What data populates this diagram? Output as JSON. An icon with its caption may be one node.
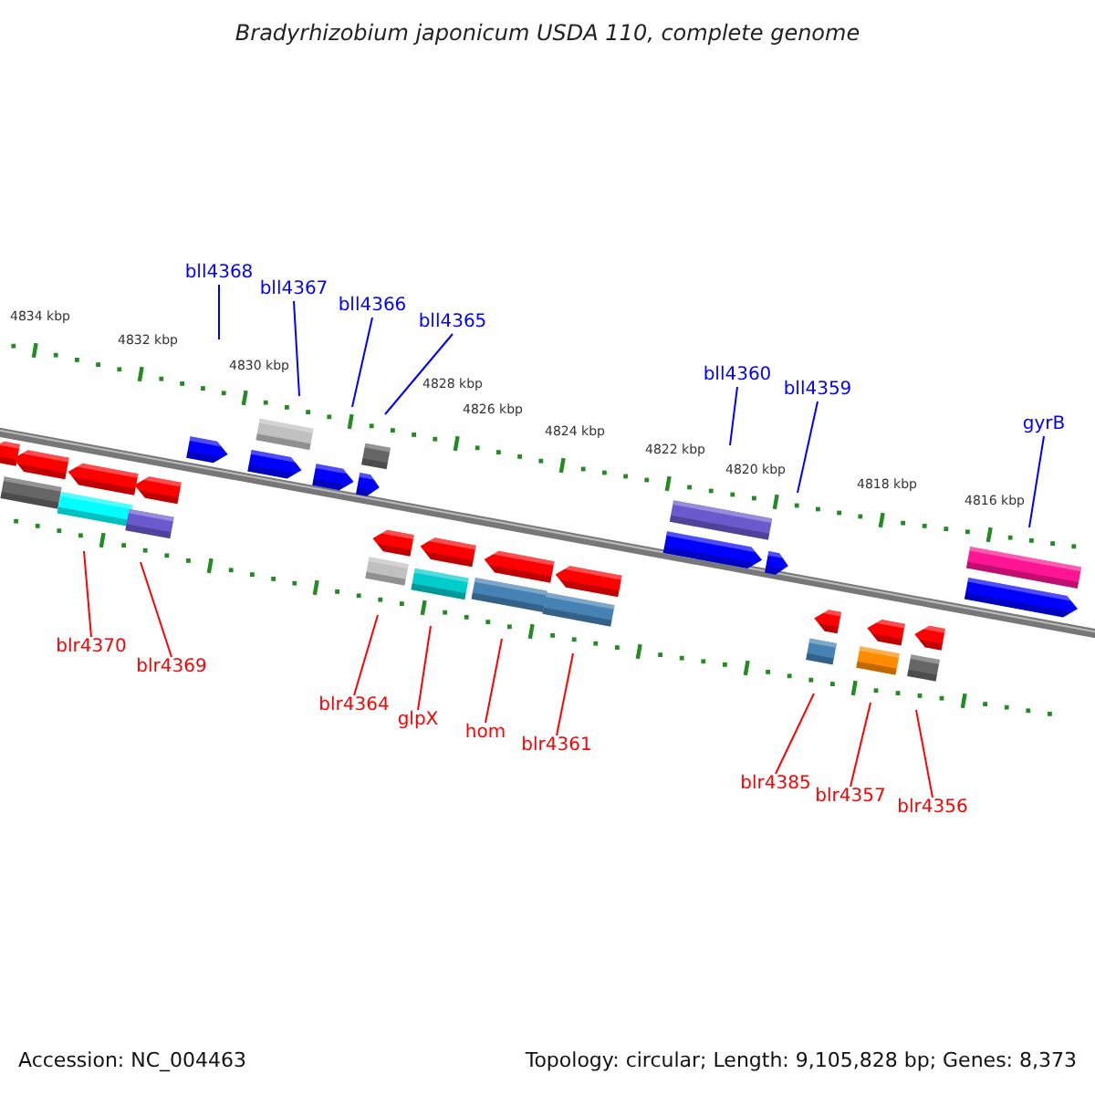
{
  "diagram": {
    "title": "Bradyrhizobium japonicum USDA 110, complete genome",
    "nodes": [
      {
        "text": [
          "bll4368"
        ]
      },
      {
        "text": [
          "bll4367"
        ]
      },
      {
        "text": [
          "bll4366"
        ]
      },
      {
        "text": [
          "bll4365"
        ]
      },
      {
        "text": [
          "bll4360"
        ]
      },
      {
        "text": [
          "bll4359"
        ]
      },
      {
        "text": [
          "gyrB"
        ]
      },
      {
        "text": [
          "blr4370"
        ]
      },
      {
        "text": [
          "blr4369"
        ]
      },
      {
        "text": [
          "blr4364"
        ]
      },
      {
        "text": [
          "glpX"
        ]
      },
      {
        "text": [
          "hom"
        ]
      },
      {
        "text": [
          "blr4361"
        ]
      },
      {
        "text": [
          "blr4385"
        ]
      },
      {
        "text": [
          "blr4357"
        ]
      },
      {
        "text": [
          "blr4356"
        ]
      }
    ],
    "edges": [
      {
        "from": 0,
        "to": null,
        "arrow": "none",
        "color": "#0000ff"
      },
      {
        "from": 1,
        "to": null,
        "arrow": "none",
        "color": "#0000ff"
      },
      {
        "from": 2,
        "to": null,
        "arrow": "none",
        "color": "#0000ff"
      },
      {
        "from": 3,
        "to": null,
        "arrow": "none",
        "color": "#0000ff"
      },
      {
        "from": 4,
        "to": null,
        "arrow": "none",
        "color": "#0000ff"
      },
      {
        "from": 5,
        "to": null,
        "arrow": "none",
        "color": "#0000ff"
      },
      {
        "from": 6,
        "to": null,
        "arrow": "none",
        "color": "#0000ff"
      },
      {
        "from": 7,
        "to": null,
        "arrow": "none"
      },
      {
        "from": 8,
        "to": null,
        "arrow": "none"
      },
      {
        "from": 9,
        "to": null,
        "arrow": "none"
      },
      {
        "from": 10,
        "to": null,
        "arrow": "none"
      },
      {
        "from": 11,
        "to": null,
        "arrow": "none"
      },
      {
        "from": 12,
        "to": null,
        "arrow": "none"
      },
      {
        "from": 13,
        "to": null,
        "arrow": "none"
      },
      {
        "from": 14,
        "to": null,
        "arrow": "none"
      },
      {
        "from": 15,
        "to": null,
        "arrow": "none"
      }
    ],
    "labels": [
      "4834 kbp",
      "4832 kbp",
      "4830 kbp",
      "4828 kbp",
      "4826 kbp",
      "4824 kbp",
      "4822 kbp",
      "4820 kbp",
      "4818 kbp",
      "4816 kbp",
      "Accession: NC_004463",
      "Topology: circular; Length: 9,105,828 bp; Genes: 8,373"
    ]
  }
}
